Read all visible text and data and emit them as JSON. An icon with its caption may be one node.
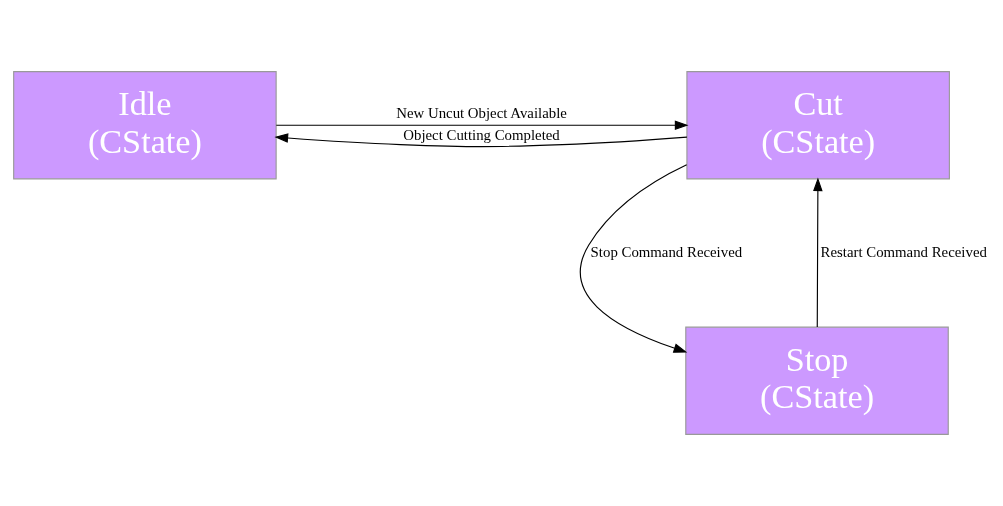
{
  "diagram": {
    "nodes": [
      {
        "text": [
          "Idle",
          "(CState)"
        ]
      },
      {
        "text": [
          "Cut",
          "(CState)"
        ]
      },
      {
        "text": [
          "Stop",
          "(CState)"
        ]
      }
    ],
    "edges": [
      {
        "from": 0,
        "to": 1,
        "arrow": "to",
        "label": "New Uncut Object Available"
      },
      {
        "from": 1,
        "to": 0,
        "arrow": "to",
        "label": "Object Cutting Completed"
      },
      {
        "from": 1,
        "to": 2,
        "arrow": "to",
        "label": "Stop Command Received"
      },
      {
        "from": 2,
        "to": 1,
        "arrow": "to",
        "label": "Restart Command Received"
      }
    ]
  }
}
